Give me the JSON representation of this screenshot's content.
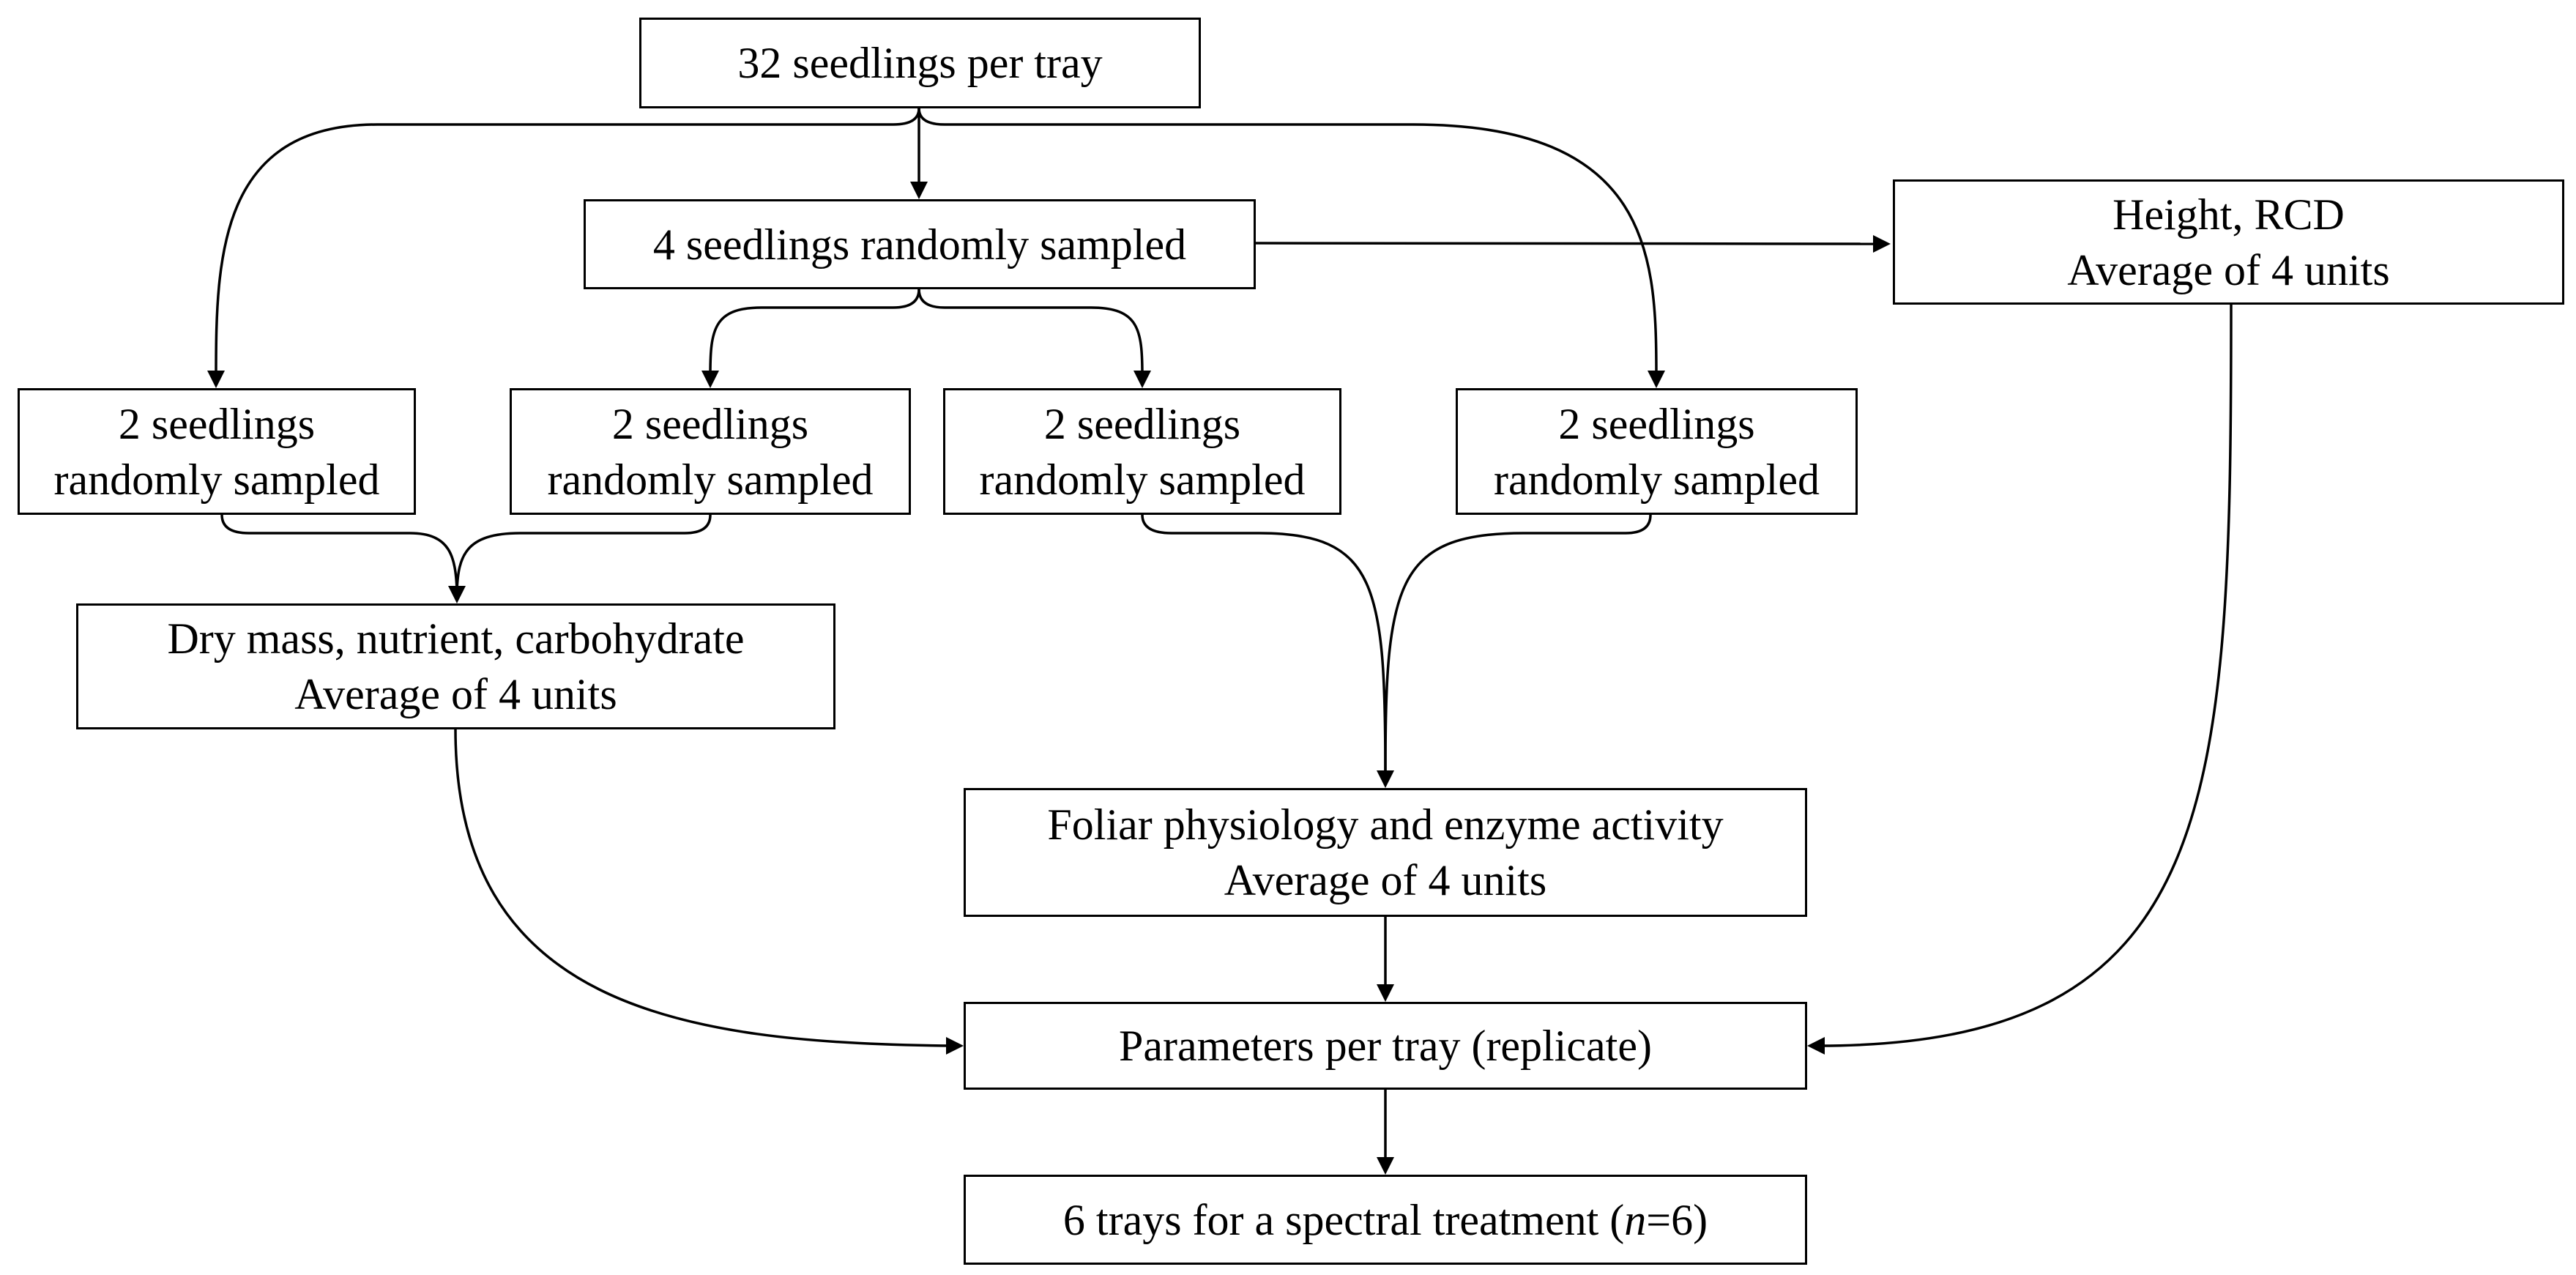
{
  "nodes": {
    "tray": {
      "line1": "32 seedlings per tray"
    },
    "sample4": {
      "line1": "4 seedlings randomly sampled"
    },
    "height": {
      "line1": "Height, RCD",
      "line2": "Average of 4 units"
    },
    "sampleA": {
      "line1": "2 seedlings",
      "line2": "randomly sampled"
    },
    "sampleB": {
      "line1": "2 seedlings",
      "line2": "randomly sampled"
    },
    "sampleC": {
      "line1": "2 seedlings",
      "line2": "randomly sampled"
    },
    "sampleD": {
      "line1": "2 seedlings",
      "line2": "randomly sampled"
    },
    "drymass": {
      "line1": "Dry mass, nutrient, carbohydrate",
      "line2": "Average of 4 units"
    },
    "foliar": {
      "line1": "Foliar physiology and enzyme activity",
      "line2": "Average of 4 units"
    },
    "params": {
      "line1": "Parameters per tray (replicate)"
    },
    "final": {
      "line1_prefix": "6 trays for a spectral treatment (",
      "line1_italic": "n",
      "line1_suffix": "=6)"
    }
  },
  "edges": [
    {
      "from": "tray",
      "to": "sample4"
    },
    {
      "from": "tray",
      "to": "sampleA"
    },
    {
      "from": "tray",
      "to": "sampleD"
    },
    {
      "from": "sample4",
      "to": "height"
    },
    {
      "from": "sample4",
      "to": "sampleB"
    },
    {
      "from": "sample4",
      "to": "sampleC"
    },
    {
      "from": "sampleA",
      "to": "drymass"
    },
    {
      "from": "sampleB",
      "to": "drymass"
    },
    {
      "from": "sampleC",
      "to": "foliar"
    },
    {
      "from": "sampleD",
      "to": "foliar"
    },
    {
      "from": "drymass",
      "to": "params"
    },
    {
      "from": "foliar",
      "to": "params"
    },
    {
      "from": "height",
      "to": "params"
    },
    {
      "from": "params",
      "to": "final"
    }
  ]
}
